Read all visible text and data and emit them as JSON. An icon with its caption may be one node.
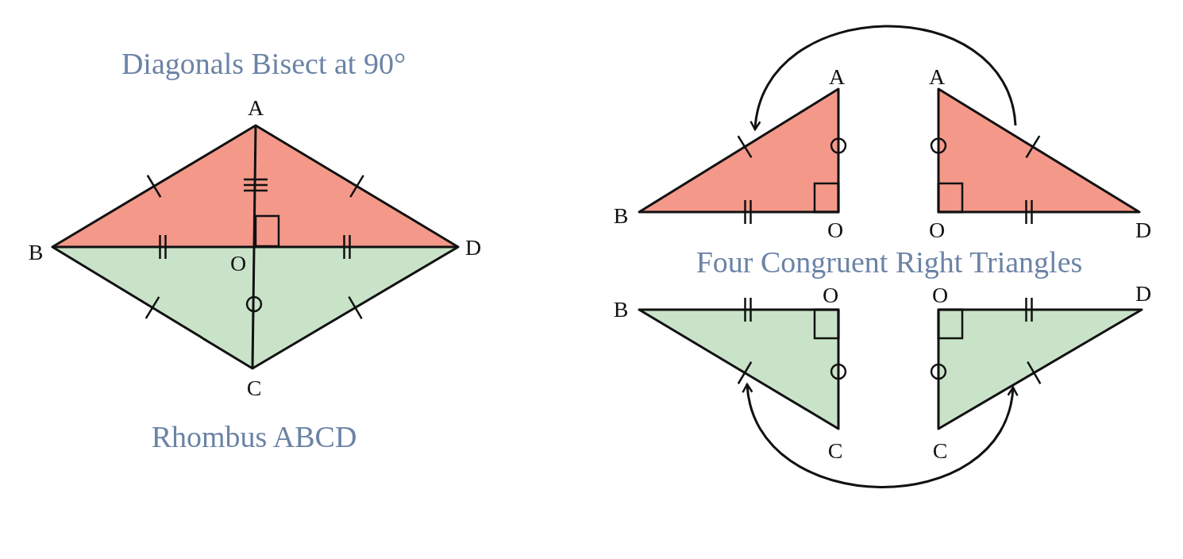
{
  "diagram": {
    "nodes": [
      {
        "text": [],
        "shape": "triangle",
        "beside": [
          "A",
          "B",
          "O"
        ]
      },
      {
        "text": [],
        "shape": "triangle",
        "beside": [
          "A",
          "O",
          "D"
        ]
      },
      {
        "text": [],
        "shape": "triangle",
        "beside": [
          "B",
          "O",
          "C"
        ]
      },
      {
        "text": [],
        "shape": "triangle",
        "beside": [
          "O",
          "D",
          "C"
        ]
      }
    ],
    "edges": [
      {
        "from": 1,
        "to": 0,
        "arrow": "to"
      },
      {
        "from": 2,
        "to": 3,
        "arrow": "both"
      }
    ],
    "labels": [
      "Diagonals Bisect at 90°",
      "A",
      "B",
      "O",
      "D",
      "C",
      "Rhombus ABCD",
      "Four Congruent Right Triangles"
    ]
  }
}
